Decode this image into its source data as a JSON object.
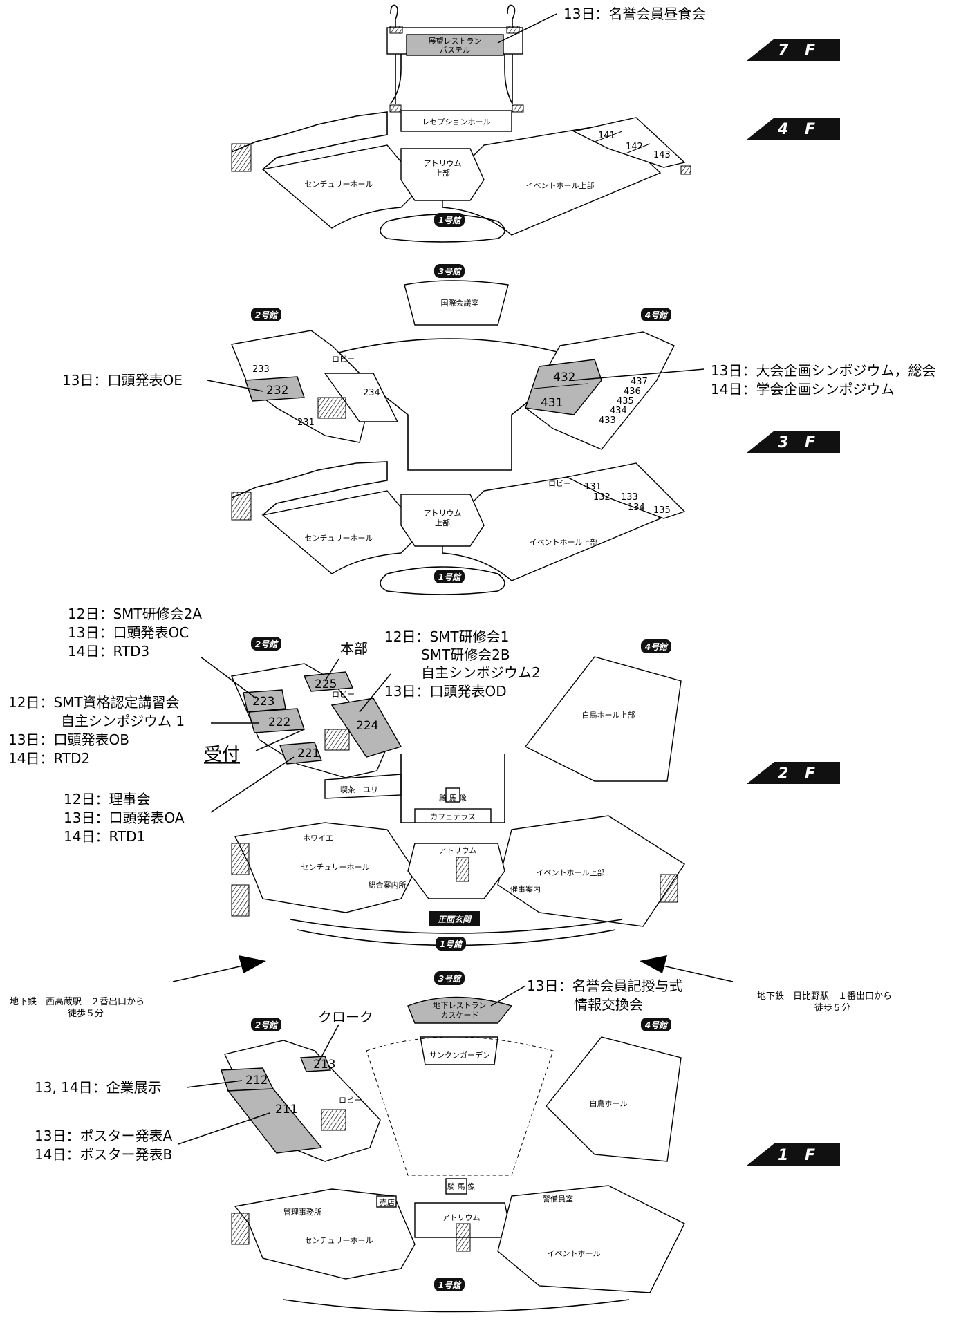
{
  "floors": {
    "f7": "7 F",
    "f4": "4 F",
    "f3": "3 F",
    "f2": "2 F",
    "f1": "1 F"
  },
  "buildings": {
    "b1": "1号館",
    "b2": "2号館",
    "b3": "3号館",
    "b4": "4号館",
    "entrance": "正面玄関"
  },
  "rooms": {
    "restaurant_7f": "展望レストラン",
    "restaurant_7f_2": "パステル",
    "reception_hall": "レセプションホール",
    "atrium": "アトリウム",
    "atrium_upper": "上部",
    "century_hall": "センチュリーホール",
    "event_hall_upper": "イベントホール上部",
    "event_hall": "イベントホール",
    "intl_conf": "国際会議室",
    "lobby": "ロビー",
    "hakucho_upper": "白鳥ホール上部",
    "hakucho": "白鳥ホール",
    "kissa": "喫茶　ユリ",
    "kiba": "騎 馬 像",
    "cafe_terrace": "カフェテラス",
    "foyer": "ホワイエ",
    "info": "総合案内所",
    "saiji": "催事案内",
    "sunken": "サンクンガーデン",
    "b1_rest_1": "地下レストラン",
    "b1_rest_2": "カスケード",
    "kanri": "管理事務所",
    "baiten": "売店",
    "keibi": "警備員室",
    "r141": "141",
    "r142": "142",
    "r143": "143",
    "r131": "131",
    "r132": "132",
    "r133": "133",
    "r134": "134",
    "r135": "135",
    "r231": "231",
    "r232": "232",
    "r233": "233",
    "r234": "234",
    "r431": "431",
    "r432": "432",
    "r433": "433",
    "r434": "434",
    "r435": "435",
    "r436": "436",
    "r437": "437",
    "r221": "221",
    "r222": "222",
    "r223": "223",
    "r224": "224",
    "r225": "225",
    "r211": "211",
    "r212": "212",
    "r213": "213"
  },
  "annotations": {
    "a7f": "13日：名誉会員昼食会",
    "a232": "13日：口頭発表OE",
    "a432_1": "13日：大会企画シンポジウム，総会",
    "a432_2": "14日：学会企画シンポジウム",
    "a223_1": "12日：SMT研修会2A",
    "a223_2": "13日：口頭発表OC",
    "a223_3": "14日：RTD3",
    "a225": "本部",
    "a224_1": "12日：SMT研修会1",
    "a224_2": "SMT研修会2B",
    "a224_3": "自主シンポジウム2",
    "a224_4": "13日：口頭発表OD",
    "a222_1": "12日：SMT資格認定講習会",
    "a222_2": "自主シンポジウム 1",
    "a222_3": "13日：口頭発表OB",
    "a222_4": "14日：RTD2",
    "uketsuke": "受付",
    "a221_1": "12日：理事会",
    "a221_2": "13日：口頭発表OA",
    "a221_3": "14日：RTD1",
    "subway_w_1": "地下鉄　西高蔵駅　２番出口から",
    "subway_w_2": "徒歩５分",
    "subway_e_1": "地下鉄　日比野駅　１番出口から",
    "subway_e_2": "徒歩５分",
    "cloak": "クローク",
    "ab1_1": "13日：名誉会員記授与式",
    "ab1_2": "情報交換会",
    "a212": "13, 14日：企業展示",
    "a211_1": "13日：ポスター発表A",
    "a211_2": "14日：ポスター発表B"
  }
}
